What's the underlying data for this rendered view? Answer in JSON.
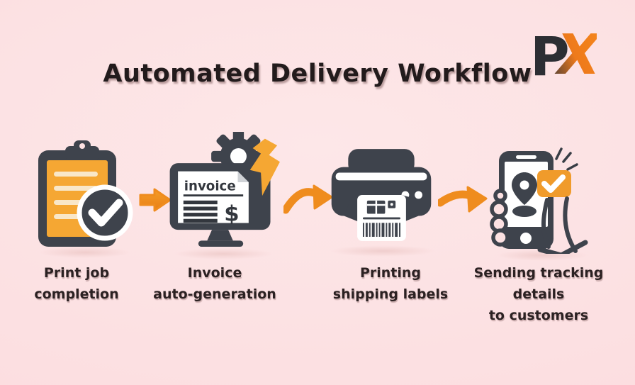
{
  "title": "Automated Delivery Workflow",
  "logo": {
    "letter_p": "P",
    "letter_x": "X"
  },
  "monitor_screen": {
    "heading": "invoice",
    "currency_symbol": "$"
  },
  "steps": [
    {
      "line1": "Print job",
      "line2": "completion"
    },
    {
      "line1": "Invoice",
      "line2": "auto-generation"
    },
    {
      "line1": "Printing",
      "line2": "shipping labels"
    },
    {
      "line1": "Sending tracking details",
      "line2": "to customers"
    }
  ],
  "colors": {
    "background": "#fce1e2",
    "dark_gray": "#3e434c",
    "orange": "#ef8c1e",
    "orange_light": "#f5a733",
    "cream_line": "#f9e7c8",
    "white": "#ffffff",
    "title_text": "#221b1c",
    "label_text": "#2b2122",
    "logo_dark": "#2c2e33"
  }
}
